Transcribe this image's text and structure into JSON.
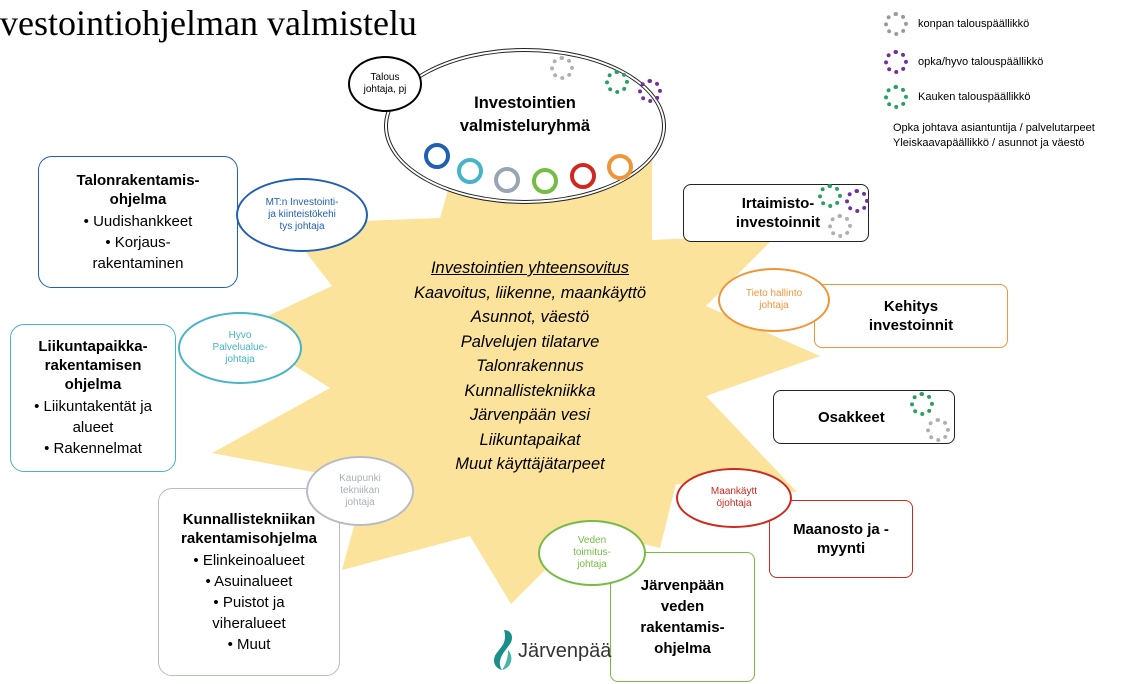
{
  "title": "vestointiohjelman valmistelu",
  "legend": [
    {
      "label": "konpan talouspäällikkö",
      "color": "#9a9a9a"
    },
    {
      "label": "opka/hyvo talouspäällikkö",
      "color": "#7030a0"
    },
    {
      "label": "Kauken talouspäällikkö",
      "color": "#27a060"
    }
  ],
  "notes": [
    "Opka johtava asiantuntija / palvelutarpeet",
    "Yleiskaavapäällikkö / asunnot ja väestö"
  ],
  "group": {
    "leader": "Talous johtaja, pj",
    "name_line1": "Investointien",
    "name_line2": "valmisteluryhmä",
    "ring_colors": [
      "#1f5fb4",
      "#46b3c9",
      "#9aa5b3",
      "#76bc43",
      "#d0281f",
      "#f0963a"
    ]
  },
  "center": {
    "heading": "Investointien yhteensovitus",
    "items": [
      "Kaavoitus, liikenne, maankäyttö",
      "Asunnot, väestö",
      "Palvelujen tilatarve",
      "Talonrakennus",
      "Kunnallistekniikka",
      "Järvenpään vesi",
      "Liikuntapaikat",
      "Muut käyttäjätarpeet"
    ]
  },
  "programs": {
    "talonrakentaminen": {
      "title": "Talonrakentamis-ohjelma",
      "items": [
        "Uudishankkeet",
        "Korjaus-rakentaminen"
      ]
    },
    "liikuntapaikka": {
      "title": "Liikuntapaikka-rakentamisen ohjelma",
      "items": [
        "Liikuntakentät ja alueet",
        "Rakennelmat"
      ]
    },
    "kunnallistekniikka": {
      "title": "Kunnallistekniikan rakentamisohjelma",
      "items": [
        "Elinkeinoalueet",
        "Asuinalueet",
        "Puistot ja viheralueet",
        "Muut"
      ]
    },
    "irtaimisto": {
      "title": "Irtaimisto-investoinnit"
    },
    "kehitys": {
      "title": "Kehitys investoinnit"
    },
    "osakkeet": {
      "title": "Osakkeet"
    },
    "maanosto": {
      "title": "Maanosto ja -myynti"
    },
    "vesi": {
      "title": "Järvenpään veden rakentamis-ohjelma"
    }
  },
  "roles": {
    "mtn": {
      "label": "MT:n Investointi- ja kiinteistökehi tys johtaja",
      "color": "#1f5fb4"
    },
    "hyvo": {
      "label": "Hyvo Palvelualue-johtaja",
      "color": "#46b3c9"
    },
    "kaupunki": {
      "label": "Kaupunki tekniikan johtaja",
      "color": "#b8bcc4"
    },
    "veden": {
      "label": "Veden toimitus-johtaja",
      "color": "#76bc43"
    },
    "maankaytto": {
      "label": "Maankäytt öjohtaja",
      "color": "#d0281f"
    },
    "tieto": {
      "label": "Tieto hallinto johtaja",
      "color": "#f0963a"
    }
  },
  "logo": {
    "text": "Järvenpää",
    "color": "#1a8f8a"
  }
}
